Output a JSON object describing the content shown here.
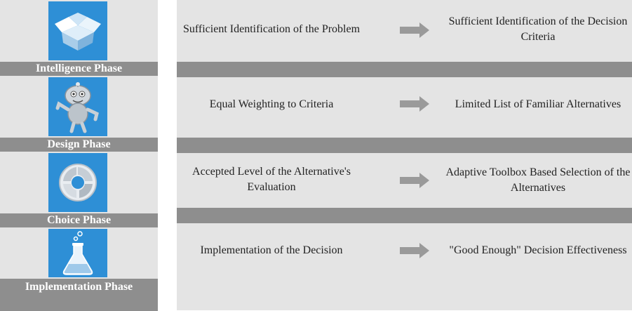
{
  "phases": [
    {
      "name": "Intelligence Phase",
      "icon": "open-box-icon",
      "color": "#2e8fd6"
    },
    {
      "name": "Design Phase",
      "icon": "cartoon-robot-icon",
      "color": "#2e8fd6"
    },
    {
      "name": "Choice Phase",
      "icon": "cycle-ring-icon",
      "color": "#2e8fd6"
    },
    {
      "name": "Implementation Phase",
      "icon": "flask-icon",
      "color": "#2e8fd6"
    }
  ],
  "rows": [
    {
      "from": "Sufficient Identification of the Problem",
      "to": "Sufficient Identification of the Decision Criteria"
    },
    {
      "from": "Equal Weighting to Criteria",
      "to": "Limited List of Familiar Alternatives"
    },
    {
      "from": "Accepted Level of the Alternative's Evaluation",
      "to": "Adaptive Toolbox Based Selection of the Alternatives"
    },
    {
      "from": "Implementation of the Decision",
      "to": "\"Good Enough\" Decision Effectiveness"
    }
  ],
  "colors": {
    "panel": "#e4e4e4",
    "bar": "#8e8e8e",
    "tile": "#2e8fd6",
    "arrow": "#9a9a9a"
  }
}
